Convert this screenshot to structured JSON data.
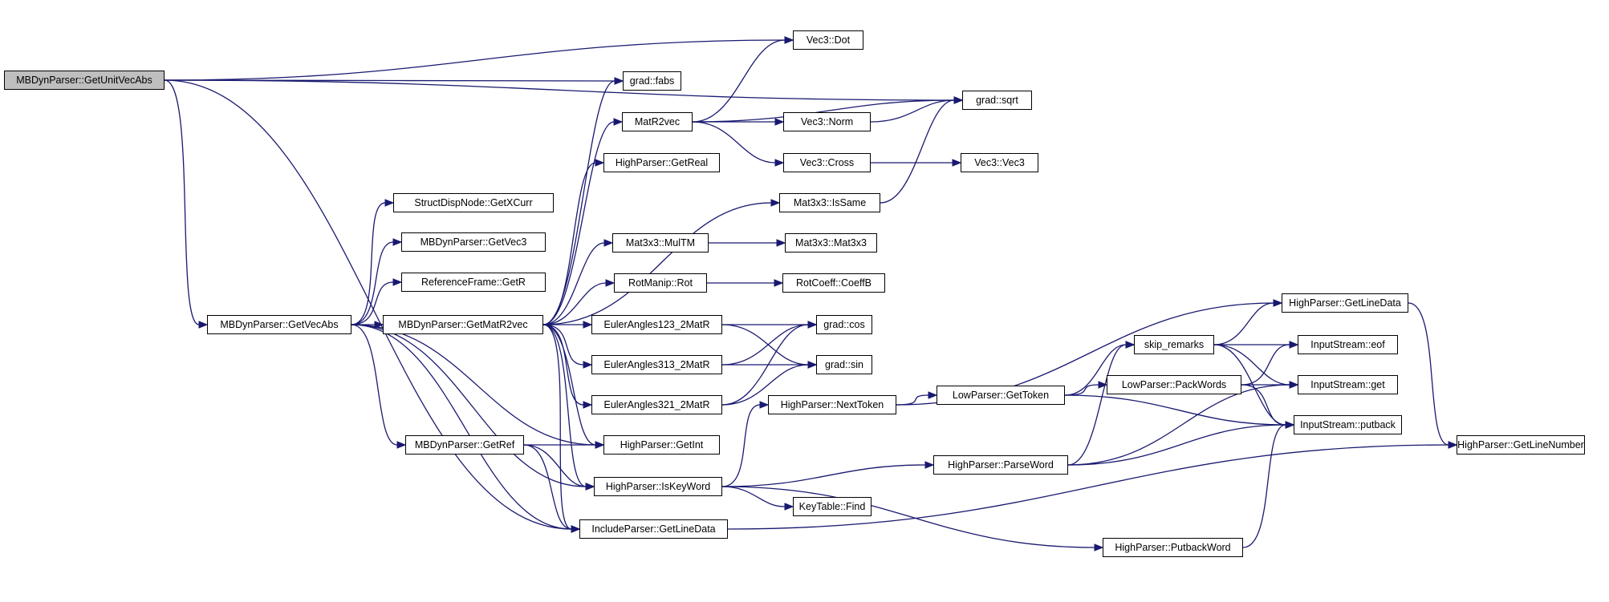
{
  "root_node": "n0",
  "nodes": [
    {
      "id": "n0",
      "label": "MBDynParser::GetUnitVecAbs"
    },
    {
      "id": "n1",
      "label": "MBDynParser::GetVecAbs"
    },
    {
      "id": "n2",
      "label": "IncludeParser::GetLineData"
    },
    {
      "id": "n3",
      "label": "grad::fabs"
    },
    {
      "id": "n4",
      "label": "grad::sqrt"
    },
    {
      "id": "n5",
      "label": "Vec3::Dot"
    },
    {
      "id": "n6",
      "label": "StructDispNode::GetXCurr"
    },
    {
      "id": "n7",
      "label": "MBDynParser::GetVec3"
    },
    {
      "id": "n8",
      "label": "ReferenceFrame::GetR"
    },
    {
      "id": "n9",
      "label": "MBDynParser::GetMatR2vec"
    },
    {
      "id": "n10",
      "label": "MBDynParser::GetRef"
    },
    {
      "id": "n11",
      "label": "HighParser::GetInt"
    },
    {
      "id": "n12",
      "label": "HighParser::IsKeyWord"
    },
    {
      "id": "n13",
      "label": "MatR2vec"
    },
    {
      "id": "n14",
      "label": "HighParser::GetReal"
    },
    {
      "id": "n15",
      "label": "Mat3x3::IsSame"
    },
    {
      "id": "n16",
      "label": "Mat3x3::MulTM"
    },
    {
      "id": "n17",
      "label": "RotManip::Rot"
    },
    {
      "id": "n18",
      "label": "EulerAngles123_2MatR"
    },
    {
      "id": "n19",
      "label": "EulerAngles313_2MatR"
    },
    {
      "id": "n20",
      "label": "EulerAngles321_2MatR"
    },
    {
      "id": "n21",
      "label": "HighParser::NextToken"
    },
    {
      "id": "n22",
      "label": "KeyTable::Find"
    },
    {
      "id": "n23",
      "label": "HighParser::ParseWord"
    },
    {
      "id": "n24",
      "label": "HighParser::PutbackWord"
    },
    {
      "id": "n25",
      "label": "HighParser::GetLineNumber"
    },
    {
      "id": "n26",
      "label": "Vec3::Norm"
    },
    {
      "id": "n27",
      "label": "Vec3::Cross"
    },
    {
      "id": "n28",
      "label": "Vec3::Vec3"
    },
    {
      "id": "n29",
      "label": "Mat3x3::Mat3x3"
    },
    {
      "id": "n30",
      "label": "RotCoeff::CoeffB"
    },
    {
      "id": "n31",
      "label": "grad::cos"
    },
    {
      "id": "n32",
      "label": "grad::sin"
    },
    {
      "id": "n33",
      "label": "HighParser::GetLineData"
    },
    {
      "id": "n34",
      "label": "LowParser::GetToken"
    },
    {
      "id": "n35",
      "label": "skip_remarks"
    },
    {
      "id": "n36",
      "label": "LowParser::PackWords"
    },
    {
      "id": "n37",
      "label": "InputStream::eof"
    },
    {
      "id": "n38",
      "label": "InputStream::get"
    },
    {
      "id": "n39",
      "label": "InputStream::putback"
    }
  ],
  "edges": [
    [
      "n0",
      "n1"
    ],
    [
      "n0",
      "n2"
    ],
    [
      "n0",
      "n3"
    ],
    [
      "n0",
      "n4"
    ],
    [
      "n0",
      "n5"
    ],
    [
      "n1",
      "n6"
    ],
    [
      "n1",
      "n7"
    ],
    [
      "n1",
      "n8"
    ],
    [
      "n1",
      "n9"
    ],
    [
      "n1",
      "n10"
    ],
    [
      "n1",
      "n11"
    ],
    [
      "n1",
      "n12"
    ],
    [
      "n1",
      "n2"
    ],
    [
      "n9",
      "n3"
    ],
    [
      "n9",
      "n13"
    ],
    [
      "n9",
      "n14"
    ],
    [
      "n9",
      "n15"
    ],
    [
      "n9",
      "n16"
    ],
    [
      "n9",
      "n17"
    ],
    [
      "n9",
      "n18"
    ],
    [
      "n9",
      "n19"
    ],
    [
      "n9",
      "n20"
    ],
    [
      "n9",
      "n11"
    ],
    [
      "n9",
      "n12"
    ],
    [
      "n9",
      "n2"
    ],
    [
      "n10",
      "n11"
    ],
    [
      "n10",
      "n12"
    ],
    [
      "n10",
      "n2"
    ],
    [
      "n13",
      "n5"
    ],
    [
      "n13",
      "n4"
    ],
    [
      "n13",
      "n26"
    ],
    [
      "n13",
      "n27"
    ],
    [
      "n26",
      "n4"
    ],
    [
      "n27",
      "n28"
    ],
    [
      "n15",
      "n4"
    ],
    [
      "n16",
      "n29"
    ],
    [
      "n17",
      "n30"
    ],
    [
      "n18",
      "n31"
    ],
    [
      "n18",
      "n32"
    ],
    [
      "n19",
      "n31"
    ],
    [
      "n19",
      "n32"
    ],
    [
      "n20",
      "n31"
    ],
    [
      "n20",
      "n32"
    ],
    [
      "n12",
      "n21"
    ],
    [
      "n12",
      "n22"
    ],
    [
      "n12",
      "n23"
    ],
    [
      "n12",
      "n24"
    ],
    [
      "n21",
      "n33"
    ],
    [
      "n21",
      "n34"
    ],
    [
      "n34",
      "n35"
    ],
    [
      "n34",
      "n36"
    ],
    [
      "n34",
      "n39"
    ],
    [
      "n23",
      "n35"
    ],
    [
      "n23",
      "n38"
    ],
    [
      "n23",
      "n39"
    ],
    [
      "n24",
      "n39"
    ],
    [
      "n35",
      "n33"
    ],
    [
      "n35",
      "n37"
    ],
    [
      "n35",
      "n38"
    ],
    [
      "n35",
      "n39"
    ],
    [
      "n36",
      "n37"
    ],
    [
      "n36",
      "n38"
    ],
    [
      "n36",
      "n39"
    ],
    [
      "n33",
      "n25"
    ],
    [
      "n2",
      "n25"
    ]
  ]
}
